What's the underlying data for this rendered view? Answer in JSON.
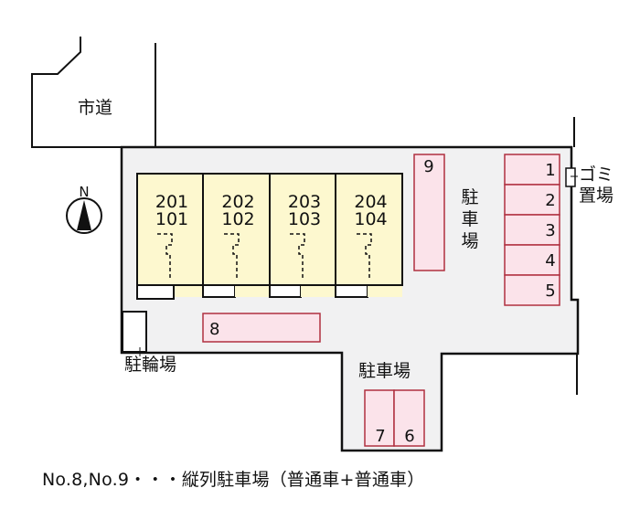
{
  "title": "Site layout plan",
  "colors": {
    "site_fill": "#f1f1f2",
    "building_fill": "#fdf8cf",
    "parking_fill": "#fbe3ea",
    "parking_stroke": "#b03040",
    "line": "#111111"
  },
  "road": {
    "label": "市道"
  },
  "compass": {
    "label": "N",
    "icon": "north-arrow-icon"
  },
  "building": {
    "units": [
      {
        "upper": "201",
        "lower": "101"
      },
      {
        "upper": "202",
        "lower": "102"
      },
      {
        "upper": "203",
        "lower": "103"
      },
      {
        "upper": "204",
        "lower": "104"
      }
    ]
  },
  "labels": {
    "parking_vertical": "駐車場",
    "parking_lower": "駐車場",
    "bicycle_parking": "駐輪場",
    "garbage_line1": "ゴミ",
    "garbage_line2": "置場"
  },
  "parking_spaces": [
    {
      "number": "1"
    },
    {
      "number": "2"
    },
    {
      "number": "3"
    },
    {
      "number": "4"
    },
    {
      "number": "5"
    },
    {
      "number": "6"
    },
    {
      "number": "7"
    },
    {
      "number": "8"
    },
    {
      "number": "9"
    }
  ],
  "caption": "No.8,No.9・・・縦列駐車場（普通車+普通車）"
}
